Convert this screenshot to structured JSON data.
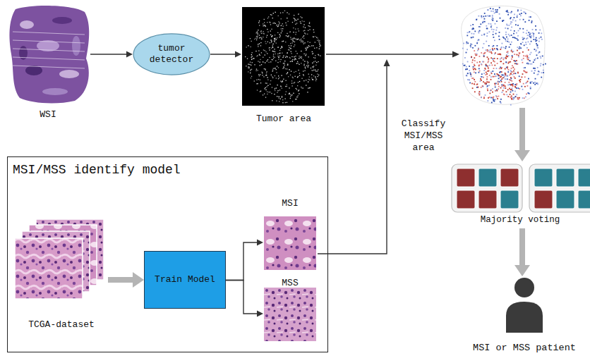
{
  "diagram": {
    "nodes": [
      {
        "text": [
          "WSI"
        ]
      },
      {
        "text": [
          "tumor detector"
        ]
      },
      {
        "text": [
          "Tumor area"
        ]
      },
      {
        "text": [
          "Majority voting"
        ]
      },
      {
        "text": [
          "MSI or MSS patient"
        ]
      },
      {
        "text": [
          "MSI/MSS identify model"
        ]
      },
      {
        "text": [
          "TCGA-dataset"
        ],
        "in": 5
      },
      {
        "text": [
          "Train Model"
        ],
        "in": 5
      },
      {
        "text": [
          "MSI"
        ],
        "in": 5
      },
      {
        "text": [
          "MSS"
        ],
        "in": 5
      }
    ],
    "edges": [
      {
        "from": 0,
        "to": 1,
        "arrow": "to"
      },
      {
        "from": 1,
        "to": 2,
        "arrow": "to"
      },
      {
        "from": 3,
        "to": 4,
        "arrow": "to"
      },
      {
        "from": 6,
        "to": 7,
        "arrow": "to"
      },
      {
        "from": 7,
        "to": 8,
        "arrow": "to"
      },
      {
        "from": 7,
        "to": 9,
        "arrow": "to"
      }
    ],
    "labels": [
      "Classify MSI/MSS area"
    ]
  }
}
